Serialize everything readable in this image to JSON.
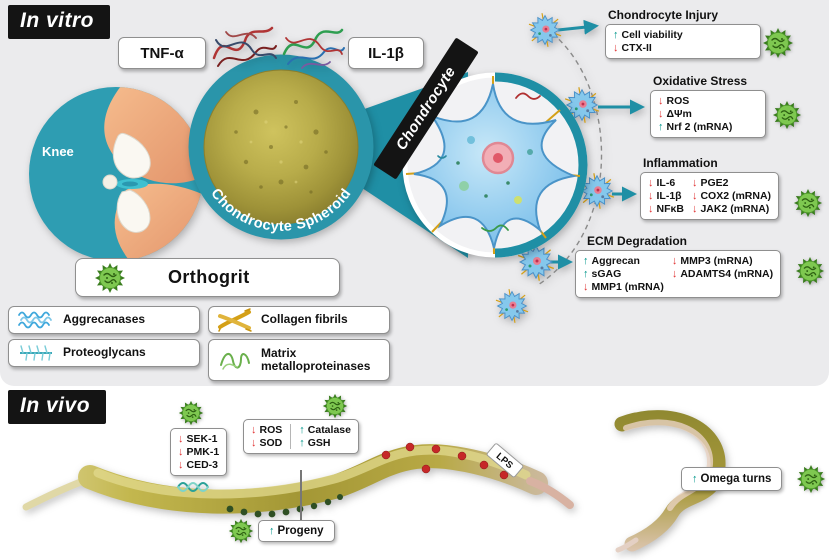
{
  "colors": {
    "up": "#00968a",
    "down": "#e03131",
    "teal": "#1f8fa5",
    "ball-green": "#7ec850",
    "ink": "#111111"
  },
  "in_vitro": {
    "badge": "In vitro",
    "knee_label": "Knee",
    "tnf_label": "TNF-α",
    "il1b_label": "IL-1β",
    "spheroid_label": "Chondrocyte Spheroid",
    "chondrocyte_label": "Chondrocyte",
    "outcomes": [
      {
        "title": "Chondrocyte Injury",
        "col1": [
          {
            "arrow": "↑",
            "dir": "up",
            "label": "Cell viability"
          },
          {
            "arrow": "↓",
            "dir": "down",
            "label": "CTX-II"
          }
        ],
        "col2": []
      },
      {
        "title": "Oxidative Stress",
        "col1": [
          {
            "arrow": "↓",
            "dir": "down",
            "label": "ROS"
          },
          {
            "arrow": "↓",
            "dir": "down",
            "label": "ΔΨm"
          },
          {
            "arrow": "↑",
            "dir": "up",
            "label": "Nrf 2 (mRNA)"
          }
        ],
        "col2": []
      },
      {
        "title": "Inflammation",
        "col1": [
          {
            "arrow": "↓",
            "dir": "down",
            "label": "IL-6"
          },
          {
            "arrow": "↓",
            "dir": "down",
            "label": "IL-1β"
          },
          {
            "arrow": "↓",
            "dir": "down",
            "label": "NFκB"
          }
        ],
        "col2": [
          {
            "arrow": "↓",
            "dir": "down",
            "label": "PGE2"
          },
          {
            "arrow": "↓",
            "dir": "down",
            "label": "COX2 (mRNA)"
          },
          {
            "arrow": "↓",
            "dir": "down",
            "label": "JAK2 (mRNA)"
          }
        ]
      },
      {
        "title": "ECM Degradation",
        "col1": [
          {
            "arrow": "↑",
            "dir": "up",
            "label": "Aggrecan"
          },
          {
            "arrow": "↑",
            "dir": "up",
            "label": "sGAG"
          },
          {
            "arrow": "↓",
            "dir": "down",
            "label": "MMP1 (mRNA)"
          }
        ],
        "col2": [
          {
            "arrow": "↓",
            "dir": "down",
            "label": "MMP3 (mRNA)"
          },
          {
            "arrow": "↓",
            "dir": "down",
            "label": "ADAMTS4 (mRNA)"
          }
        ]
      }
    ],
    "legend": {
      "orthogrit": "Orthogrit",
      "items": [
        {
          "label": "Aggrecanases"
        },
        {
          "label": "Collagen fibrils"
        },
        {
          "label": "Proteoglycans"
        },
        {
          "label": "Matrix metalloproteinases"
        }
      ]
    }
  },
  "in_vivo": {
    "badge": "In vivo",
    "lps_label": "LPS",
    "kinases": [
      {
        "arrow": "↓",
        "dir": "down",
        "label": "SEK-1"
      },
      {
        "arrow": "↓",
        "dir": "down",
        "label": "PMK-1"
      },
      {
        "arrow": "↓",
        "dir": "down",
        "label": "CED-3"
      }
    ],
    "redox_col1": [
      {
        "arrow": "↓",
        "dir": "down",
        "label": "ROS"
      },
      {
        "arrow": "↓",
        "dir": "down",
        "label": "SOD"
      }
    ],
    "redox_col2": [
      {
        "arrow": "↑",
        "dir": "up",
        "label": "Catalase"
      },
      {
        "arrow": "↑",
        "dir": "up",
        "label": "GSH"
      }
    ],
    "progeny": {
      "arrow": "↑",
      "dir": "up",
      "label": "Progeny"
    },
    "omega": {
      "arrow": "↑",
      "dir": "up",
      "label": "Omega turns"
    }
  }
}
